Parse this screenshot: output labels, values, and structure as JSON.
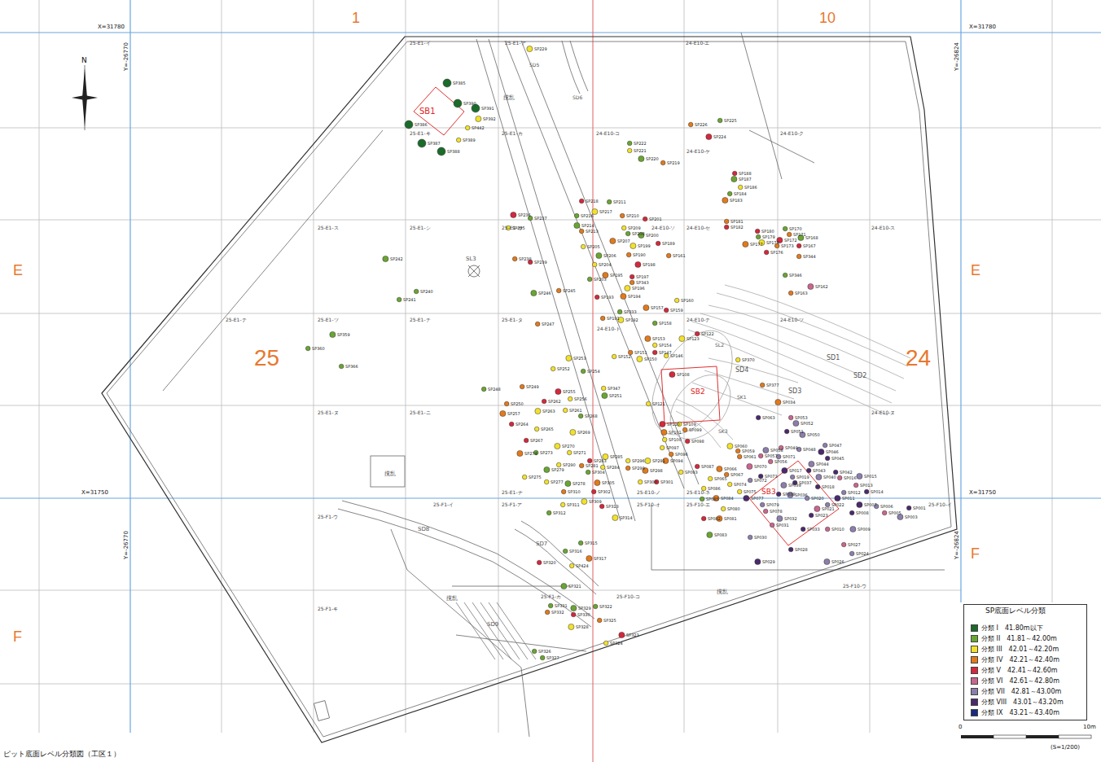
{
  "diagram": {
    "caption": "ピット底面レベル分類図（工区１）",
    "labels": [
      "1",
      "10",
      "E",
      "E",
      "F",
      "F",
      "25",
      "24",
      "X=31780",
      "X=31780",
      "X=31750",
      "X=31750",
      "Y=-26770",
      "Y=-26770",
      "Y=-26824",
      "Y=-26824",
      "N",
      "25-E1-イ",
      "25-E1-ア",
      "24-E10-エ",
      "25-E1-キ",
      "25-E1-カ",
      "24-E10-コ",
      "24-E10-ケ",
      "24-E10-ク",
      "25-E1-ス",
      "25-E1-シ",
      "25-E1-サ",
      "24-E10-ソ",
      "24-E10-セ",
      "24-E10-ス",
      "25-E1-テ",
      "25-E1-ツ",
      "25-E1-チ",
      "25-E1-タ",
      "24-E10-ト",
      "24-E10-テ",
      "24-E10-ツ",
      "25-E1-ヌ",
      "25-E1-ニ",
      "24-E10-ヌ",
      "25-E1-ナ",
      "25-E10-ノ",
      "25-E10-ネ",
      "25-F1-イ",
      "25-F1-ウ",
      "25-F1-ア",
      "25-F10-オ",
      "25-F10-エ",
      "25-F10-イ",
      "25-F1-キ",
      "25-F1-カ",
      "25-F10-コ",
      "25-F10-ウ",
      "SB1",
      "SB2",
      "SB3",
      "SD1",
      "SD2",
      "SD3",
      "SD4",
      "SD5",
      "SD6",
      "SD7",
      "SD8",
      "SD9",
      "SL3",
      "SL2",
      "SK1",
      "SK3",
      "撹乱",
      "撹乱",
      "撹乱",
      "撹乱",
      "SP底面レベル分類",
      "0",
      "10m",
      "(S=1/200)",
      "SP385",
      "SP390",
      "SP391",
      "SP392",
      "SP386",
      "SP442",
      "SP387",
      "SP389",
      "SP388",
      "SP229",
      "SP225",
      "SP226",
      "SP224",
      "SP222",
      "SP221",
      "SP220",
      "SP219",
      "SP188",
      "SP187",
      "SP186",
      "SP184",
      "SP183",
      "SP218",
      "SP211",
      "SP217",
      "SP216",
      "SP210",
      "SP236",
      "SP237",
      "SP235",
      "SP214",
      "SP213",
      "SP201",
      "SP200",
      "SP209",
      "SP208",
      "SP207",
      "SP180",
      "SP179",
      "SP178",
      "SP170",
      "SP171",
      "SP172",
      "SP173",
      "SP167",
      "SP168",
      "SP181",
      "SP182",
      "SP177",
      "SP176",
      "SP344",
      "SP199",
      "SP189",
      "SP190",
      "SP198",
      "SP161",
      "SP205",
      "SP206",
      "SP238",
      "SP239",
      "SP242",
      "SP204",
      "SP203",
      "SP195",
      "SP197",
      "SP343",
      "SP196",
      "SP346",
      "SP163",
      "SP162",
      "SP240",
      "SP241",
      "SP246",
      "SP245",
      "SP193",
      "SP194",
      "SP160",
      "SP333",
      "SP157",
      "SP159",
      "SP191",
      "SP192",
      "SP158",
      "SP247",
      "SP359",
      "SP360",
      "SP366",
      "SP153",
      "SP154",
      "SP122",
      "SP123",
      "SP151",
      "SP152",
      "SP150",
      "SP147",
      "SP146",
      "SP253",
      "SP252",
      "SP254",
      "SP108",
      "SP370",
      "SP377",
      "SP034",
      "SP248",
      "SP249",
      "SP255",
      "SP256",
      "SP347",
      "SP251",
      "SP250",
      "SP262",
      "SP263",
      "SP261",
      "SP268",
      "SP257",
      "SP264",
      "SP265",
      "SP269",
      "SP121",
      "SP053",
      "SP052",
      "SP063",
      "SP051",
      "SP050",
      "SP049",
      "SP047",
      "SP046",
      "SP045",
      "SP048",
      "SP110",
      "SP109",
      "SP099",
      "SP101",
      "SP100",
      "SP098",
      "SP060",
      "SP059",
      "SP061",
      "SP058",
      "SP057",
      "SP267",
      "SP270",
      "SP271",
      "SP273",
      "SP274",
      "SP097",
      "SP096",
      "SP094",
      "SP093",
      "SP056",
      "SP044",
      "SP043",
      "SP042",
      "SP040",
      "SP087",
      "SP065",
      "SP066",
      "SP067",
      "SP071",
      "SP070",
      "SP072",
      "SP073",
      "SP017",
      "SP019",
      "SP016",
      "SP015",
      "SP014",
      "SP290",
      "SP279",
      "SP281",
      "SP283",
      "SP285",
      "SP284",
      "SP304",
      "SP305",
      "SP296",
      "SP299",
      "SP298",
      "SP300",
      "SP301",
      "SP291",
      "SP275",
      "SP277",
      "SP278",
      "SP310",
      "SP302",
      "SP309",
      "SP086",
      "SP085",
      "SP084",
      "SP074",
      "SP075",
      "SP077",
      "SP079",
      "SP078",
      "SP039",
      "SP037",
      "SP038",
      "SP036",
      "SP013",
      "SP012",
      "SP011",
      "SP018",
      "SP020",
      "SP021",
      "SP022",
      "SP023",
      "SP007",
      "SP006",
      "SP005",
      "SP003",
      "SP001",
      "SP008",
      "SP009",
      "SP010",
      "SP313",
      "SP314",
      "SP311",
      "SP312",
      "SP081",
      "SP082",
      "SP080",
      "SP083",
      "SP030",
      "SP031",
      "SP032",
      "SP033",
      "SP028",
      "SP026",
      "SP027",
      "SP024",
      "SP029",
      "SP315",
      "SP316",
      "SP317",
      "SP320",
      "SP424",
      "SP321",
      "SP322",
      "SP325",
      "SP323",
      "SP324",
      "SP331",
      "SP329",
      "SP332",
      "SP330",
      "SP328",
      "SP326",
      "SP327"
    ],
    "legend": [
      {
        "text": "分類 I　41.80m以下",
        "color": "#1b6b2b"
      },
      {
        "text": "分類 II　41.81～42.00m",
        "color": "#6aa533"
      },
      {
        "text": "分類 III　42.01～42.20m",
        "color": "#f2e12c"
      },
      {
        "text": "分類 IV　42.21～42.40m",
        "color": "#e27a1c"
      },
      {
        "text": "分類 V　42.41～42.60m",
        "color": "#d4283c"
      },
      {
        "text": "分類 VI　42.61～42.80m",
        "color": "#c8668e"
      },
      {
        "text": "分類 VII　42.81～43.00m",
        "color": "#8c7eaa"
      },
      {
        "text": "分類 VIII　43.01～43.20m",
        "color": "#4a2a6c"
      },
      {
        "text": "分類 IX　43.21～43.40m",
        "color": "#1a2a7c"
      }
    ]
  }
}
